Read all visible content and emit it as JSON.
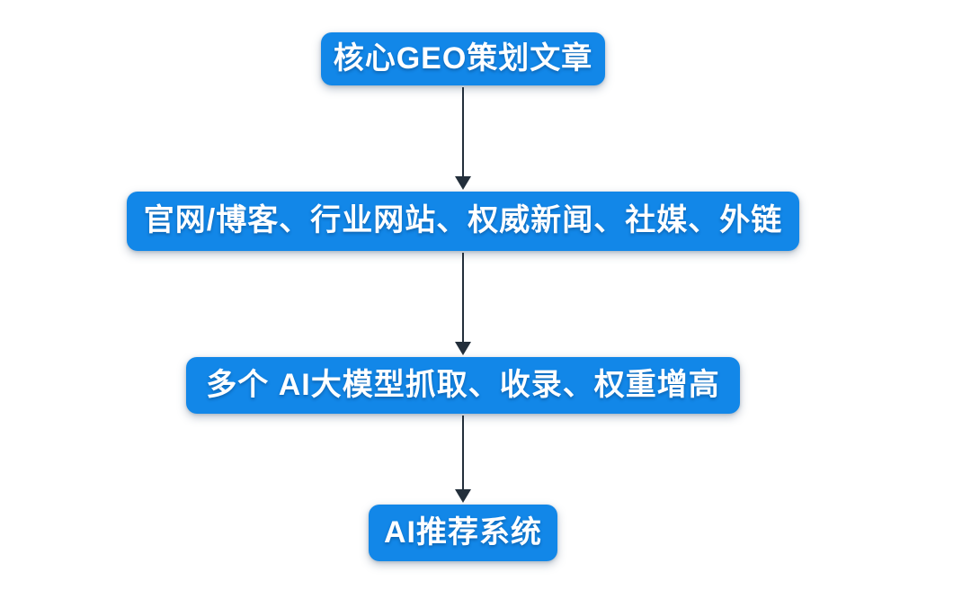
{
  "diagram": {
    "type": "flowchart",
    "direction": "top-down",
    "nodes": [
      {
        "id": "source",
        "label": "核心GEO策划文章"
      },
      {
        "id": "channels",
        "label": "官网/博客、行业网站、权威新闻、社媒、外链"
      },
      {
        "id": "ai-models",
        "label": "多个 AI大模型抓取、收录、权重增高"
      },
      {
        "id": "ai-recommend",
        "label": "AI推荐系统"
      }
    ],
    "edges": [
      {
        "from": "source",
        "to": "channels",
        "style": "arrow-down"
      },
      {
        "from": "channels",
        "to": "ai-models",
        "style": "arrow-down"
      },
      {
        "from": "ai-models",
        "to": "ai-recommend",
        "style": "arrow-down"
      }
    ],
    "colors": {
      "node_fill": "#1287e8",
      "node_text": "#ffffff",
      "arrow": "#232f3b",
      "background": "#ffffff"
    }
  }
}
